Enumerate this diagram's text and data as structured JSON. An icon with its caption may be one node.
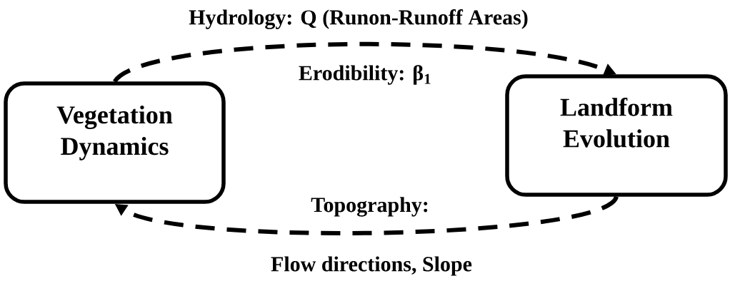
{
  "diagram": {
    "nodes": [
      {
        "text": [
          "Vegetation Dynamics"
        ]
      },
      {
        "text": [
          "Landform Evolution"
        ]
      }
    ],
    "edges": [
      {
        "from": 0,
        "to": 1,
        "arrow": "to",
        "style": "dashed",
        "label": "Hydrology: Q (Runon-Runoff Areas)"
      },
      {
        "from": 1,
        "to": 0,
        "arrow": "to",
        "style": "dashed",
        "label": "Topography:"
      }
    ],
    "labels": [
      "Erodibility: β$_{1}$",
      "Flow directions, Slope"
    ]
  }
}
